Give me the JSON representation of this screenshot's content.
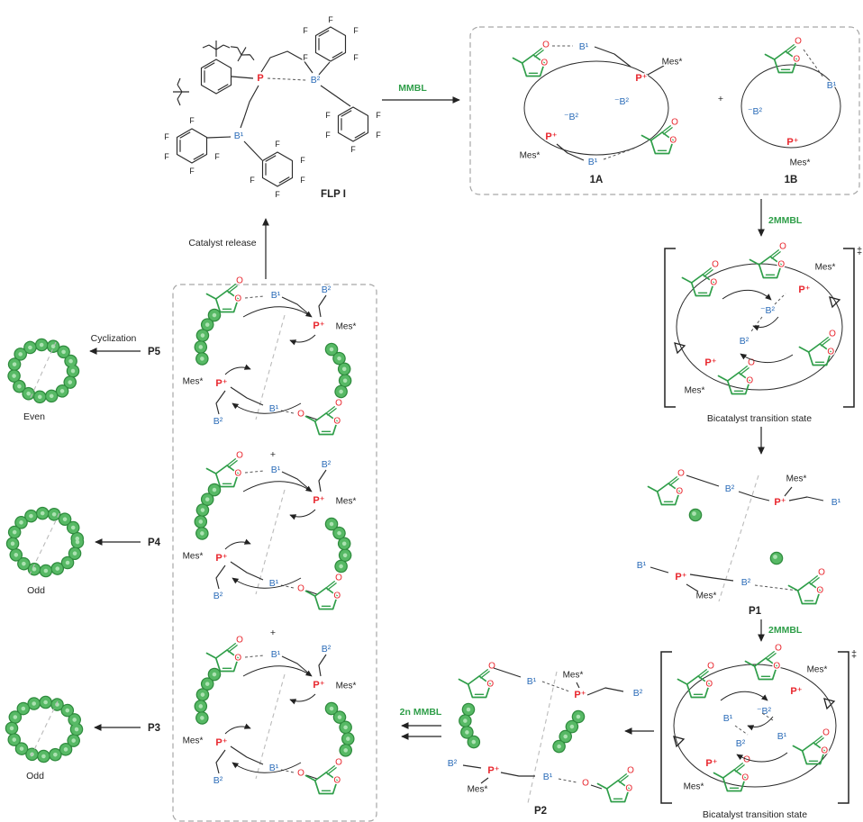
{
  "figure": {
    "colors": {
      "green": "#2f9e49",
      "red": "#e8262d",
      "blue": "#2b6cb8",
      "bead_green": "#57b965",
      "dash_gray": "#bbbbbb",
      "text": "#232323"
    },
    "labels": {
      "flp": "FLP I",
      "mmbl": "MMBL",
      "two_mmbl": "2MMBL",
      "two_n_mmbl": "2n MMBL",
      "catalyst_release": "Catalyst release",
      "cyclization": "Cyclization",
      "bicatalyst_ts": "Bicatalyst transition state",
      "c1a": "1A",
      "c1b": "1B",
      "p1": "P1",
      "p2": "P2",
      "p3": "P3",
      "p4": "P4",
      "p5": "P5",
      "even": "Even",
      "odd": "Odd",
      "plus": "+",
      "ddagger": "‡"
    },
    "atoms": {
      "o": "O",
      "f": "F",
      "p": "P",
      "p_cation": "P⁺",
      "b1": "B¹",
      "b2": "B²",
      "b2_minus": "⁻B²",
      "mes": "Mes*"
    }
  }
}
